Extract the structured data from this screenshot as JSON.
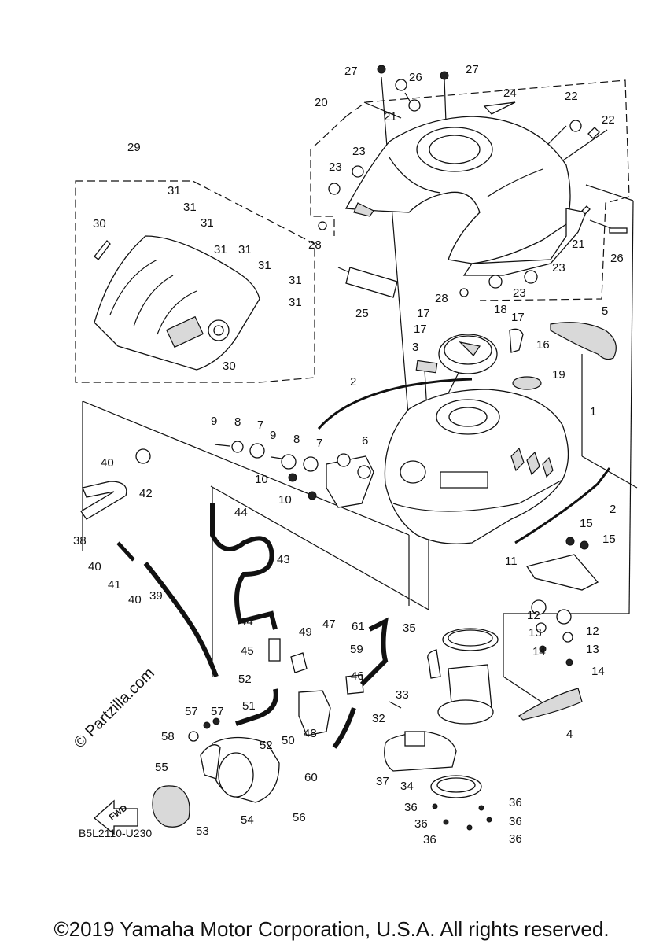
{
  "footer_text": "©2019 Yamaha Motor Corporation, U.S.A. All rights reserved.",
  "watermark_text": "© Partzilla.com",
  "diagram_code": "B5L2110-U230",
  "fwd_label": "FWD",
  "labels": [
    {
      "id": "27a",
      "text": "27"
    },
    {
      "id": "26a",
      "text": "26"
    },
    {
      "id": "27b",
      "text": "27"
    },
    {
      "id": "20",
      "text": "20"
    },
    {
      "id": "21a",
      "text": "21"
    },
    {
      "id": "24",
      "text": "24"
    },
    {
      "id": "22a",
      "text": "22"
    },
    {
      "id": "22b",
      "text": "22"
    },
    {
      "id": "23a",
      "text": "23"
    },
    {
      "id": "23b",
      "text": "23"
    },
    {
      "id": "29",
      "text": "29"
    },
    {
      "id": "31a",
      "text": "31"
    },
    {
      "id": "31b",
      "text": "31"
    },
    {
      "id": "31c",
      "text": "31"
    },
    {
      "id": "30a",
      "text": "30"
    },
    {
      "id": "31d",
      "text": "31"
    },
    {
      "id": "31e",
      "text": "31"
    },
    {
      "id": "31f",
      "text": "31"
    },
    {
      "id": "31g",
      "text": "31"
    },
    {
      "id": "31h",
      "text": "31"
    },
    {
      "id": "28a",
      "text": "28"
    },
    {
      "id": "21b",
      "text": "21"
    },
    {
      "id": "26b",
      "text": "26"
    },
    {
      "id": "23c",
      "text": "23"
    },
    {
      "id": "23d",
      "text": "23"
    },
    {
      "id": "28b",
      "text": "28"
    },
    {
      "id": "25",
      "text": "25"
    },
    {
      "id": "17a",
      "text": "17"
    },
    {
      "id": "18",
      "text": "18"
    },
    {
      "id": "17b",
      "text": "17"
    },
    {
      "id": "17c",
      "text": "17"
    },
    {
      "id": "16",
      "text": "16"
    },
    {
      "id": "5",
      "text": "5"
    },
    {
      "id": "3",
      "text": "3"
    },
    {
      "id": "19",
      "text": "19"
    },
    {
      "id": "30b",
      "text": "30"
    },
    {
      "id": "2a",
      "text": "2"
    },
    {
      "id": "1",
      "text": "1"
    },
    {
      "id": "9a",
      "text": "9"
    },
    {
      "id": "8a",
      "text": "8"
    },
    {
      "id": "7a",
      "text": "7"
    },
    {
      "id": "9b",
      "text": "9"
    },
    {
      "id": "8b",
      "text": "8"
    },
    {
      "id": "7b",
      "text": "7"
    },
    {
      "id": "6",
      "text": "6"
    },
    {
      "id": "10a",
      "text": "10"
    },
    {
      "id": "10b",
      "text": "10"
    },
    {
      "id": "40a",
      "text": "40"
    },
    {
      "id": "42",
      "text": "42"
    },
    {
      "id": "2b",
      "text": "2"
    },
    {
      "id": "44a",
      "text": "44"
    },
    {
      "id": "38",
      "text": "38"
    },
    {
      "id": "15a",
      "text": "15"
    },
    {
      "id": "15b",
      "text": "15"
    },
    {
      "id": "40b",
      "text": "40"
    },
    {
      "id": "43",
      "text": "43"
    },
    {
      "id": "11",
      "text": "11"
    },
    {
      "id": "41",
      "text": "41"
    },
    {
      "id": "40c",
      "text": "40"
    },
    {
      "id": "39",
      "text": "39"
    },
    {
      "id": "12a",
      "text": "12"
    },
    {
      "id": "12b",
      "text": "12"
    },
    {
      "id": "13a",
      "text": "13"
    },
    {
      "id": "13b",
      "text": "13"
    },
    {
      "id": "14a",
      "text": "14"
    },
    {
      "id": "14b",
      "text": "14"
    },
    {
      "id": "44b",
      "text": "44"
    },
    {
      "id": "47",
      "text": "47"
    },
    {
      "id": "61",
      "text": "61"
    },
    {
      "id": "49",
      "text": "49"
    },
    {
      "id": "35",
      "text": "35"
    },
    {
      "id": "45",
      "text": "45"
    },
    {
      "id": "59",
      "text": "59"
    },
    {
      "id": "52a",
      "text": "52"
    },
    {
      "id": "46",
      "text": "46"
    },
    {
      "id": "33",
      "text": "33"
    },
    {
      "id": "51",
      "text": "51"
    },
    {
      "id": "32",
      "text": "32"
    },
    {
      "id": "57a",
      "text": "57"
    },
    {
      "id": "57b",
      "text": "57"
    },
    {
      "id": "50",
      "text": "50"
    },
    {
      "id": "48",
      "text": "48"
    },
    {
      "id": "4",
      "text": "4"
    },
    {
      "id": "58",
      "text": "58"
    },
    {
      "id": "52b",
      "text": "52"
    },
    {
      "id": "60",
      "text": "60"
    },
    {
      "id": "37",
      "text": "37"
    },
    {
      "id": "55",
      "text": "55"
    },
    {
      "id": "34",
      "text": "34"
    },
    {
      "id": "36a",
      "text": "36"
    },
    {
      "id": "36b",
      "text": "36"
    },
    {
      "id": "56",
      "text": "56"
    },
    {
      "id": "54",
      "text": "54"
    },
    {
      "id": "36c",
      "text": "36"
    },
    {
      "id": "36d",
      "text": "36"
    },
    {
      "id": "53",
      "text": "53"
    },
    {
      "id": "36e",
      "text": "36"
    },
    {
      "id": "36f",
      "text": "36"
    }
  ]
}
